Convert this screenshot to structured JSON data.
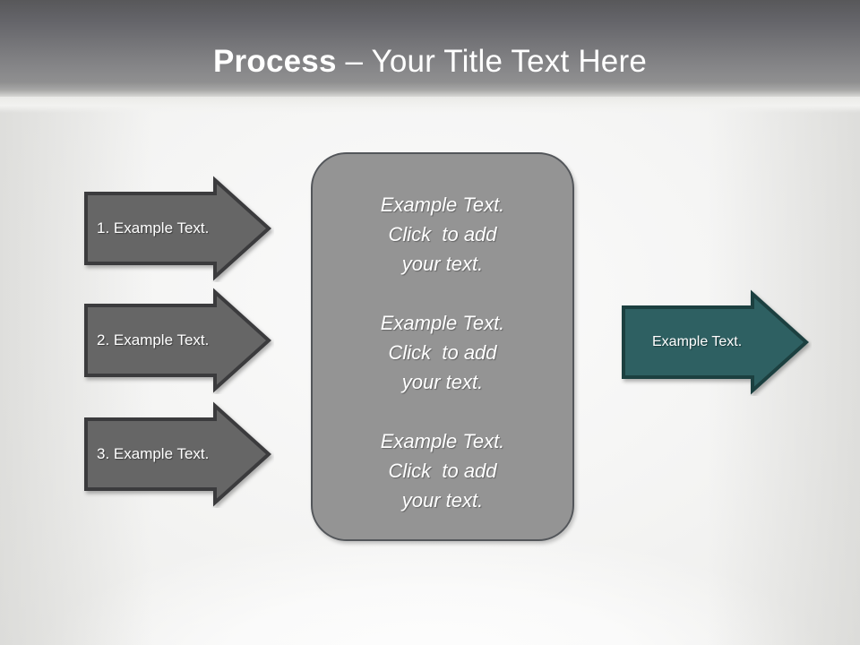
{
  "slide": {
    "title": {
      "strong": "Process",
      "rest": " – Your Title Text Here"
    },
    "colors": {
      "header_top": "#58585a",
      "header_bottom": "#e9e9e6",
      "background": "#f2f2f1",
      "gray_arrow_fill": "#666666",
      "gray_arrow_border": "#3a3a3c",
      "teal_arrow_fill": "#2f6162",
      "teal_arrow_border": "#1f3f40",
      "panel_fill": "#949494",
      "panel_border": "#53565a",
      "text_light": "#ffffff"
    }
  },
  "left_arrows": [
    {
      "label": "1. Example Text."
    },
    {
      "label": "2. Example Text."
    },
    {
      "label": "3. Example Text."
    }
  ],
  "center_panel": {
    "blocks": [
      {
        "lines": [
          "Example Text.",
          "Click  to add",
          "your text."
        ]
      },
      {
        "lines": [
          "Example Text.",
          "Click  to add",
          "your text."
        ]
      },
      {
        "lines": [
          "Example Text.",
          "Click  to add",
          "your text."
        ]
      }
    ]
  },
  "result_arrow": {
    "label": "Example Text."
  }
}
